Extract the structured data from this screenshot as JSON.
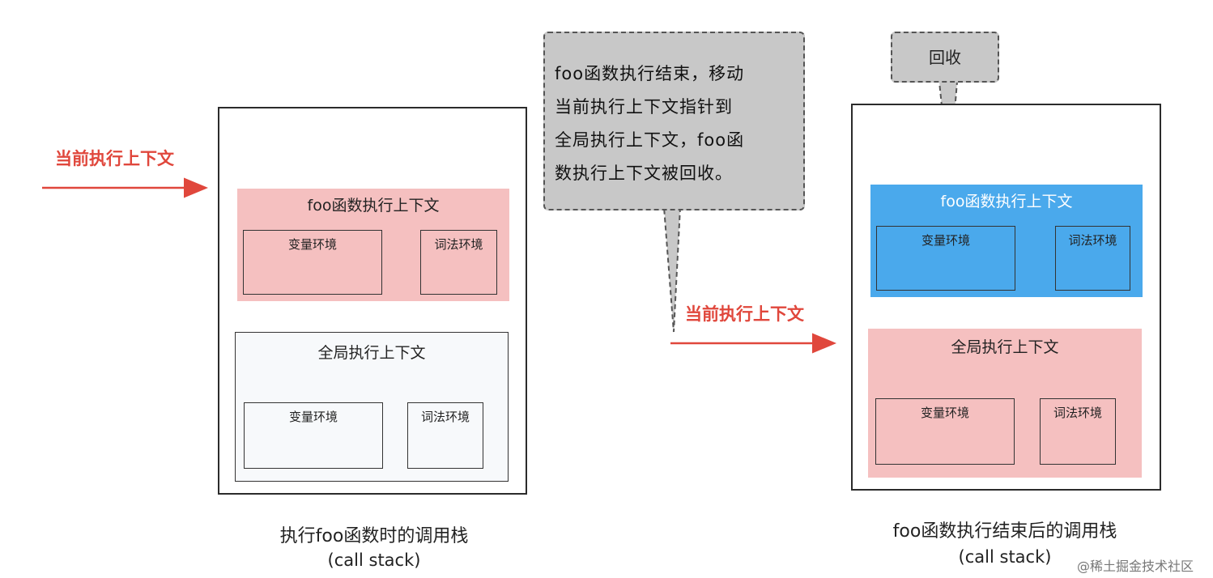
{
  "left_panel": {
    "pointer_label": "当前执行上下文",
    "foo_context": {
      "title": "foo函数执行上下文",
      "variable_env": "变量环境",
      "lexical_env": "词法环境",
      "color": "#f5c0c0"
    },
    "global_context": {
      "title": "全局执行上下文",
      "variable_env": "变量环境",
      "lexical_env": "词法环境",
      "color": "#f7f9fb"
    },
    "caption": "执行foo函数时的调用栈",
    "caption_sub": "(call stack)"
  },
  "callout": {
    "lines": [
      "foo函数执行结束，移动",
      "当前执行上下文指针到",
      "全局执行上下文，foo函",
      "数执行上下文被回收。"
    ],
    "color": "#c8c8c8"
  },
  "middle_pointer_label": "当前执行上下文",
  "right_panel": {
    "recycle_label": "回收",
    "foo_context": {
      "title": "foo函数执行上下文",
      "variable_env": "变量环境",
      "lexical_env": "词法环境",
      "color": "#4aa9ec"
    },
    "global_context": {
      "title": "全局执行上下文",
      "variable_env": "变量环境",
      "lexical_env": "词法环境",
      "color": "#f5c0c0"
    },
    "caption": "foo函数执行结束后的调用栈",
    "caption_sub": "(call stack)"
  },
  "watermark": "@稀土掘金技术社区",
  "accent_color": "#e0473c"
}
